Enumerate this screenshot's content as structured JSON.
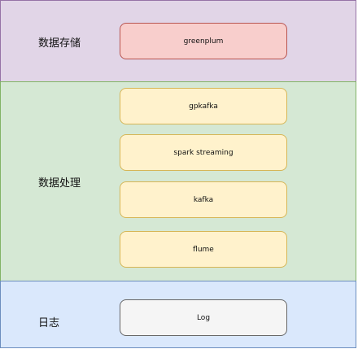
{
  "layers": {
    "storage": {
      "label": "数据存储",
      "fill": "#e1d5e7",
      "border": "#9673a6",
      "nodes": [
        {
          "label": "greenplum",
          "fill": "#f8cecc",
          "border": "#b85450"
        }
      ]
    },
    "processing": {
      "label": "数据处理",
      "fill": "#d5e8d4",
      "border": "#82b366",
      "nodes": [
        {
          "label": "gpkafka",
          "fill": "#fff2cc",
          "border": "#d6b656"
        },
        {
          "label": "spark streaming",
          "fill": "#fff2cc",
          "border": "#d6b656"
        },
        {
          "label": "kafka",
          "fill": "#fff2cc",
          "border": "#d6b656"
        },
        {
          "label": "flume",
          "fill": "#fff2cc",
          "border": "#d6b656"
        }
      ]
    },
    "log": {
      "label": "日志",
      "fill": "#dae8fc",
      "border": "#6c8ebf",
      "nodes": [
        {
          "label": "Log",
          "fill": "#f5f5f5",
          "border": "#666666"
        }
      ]
    }
  }
}
